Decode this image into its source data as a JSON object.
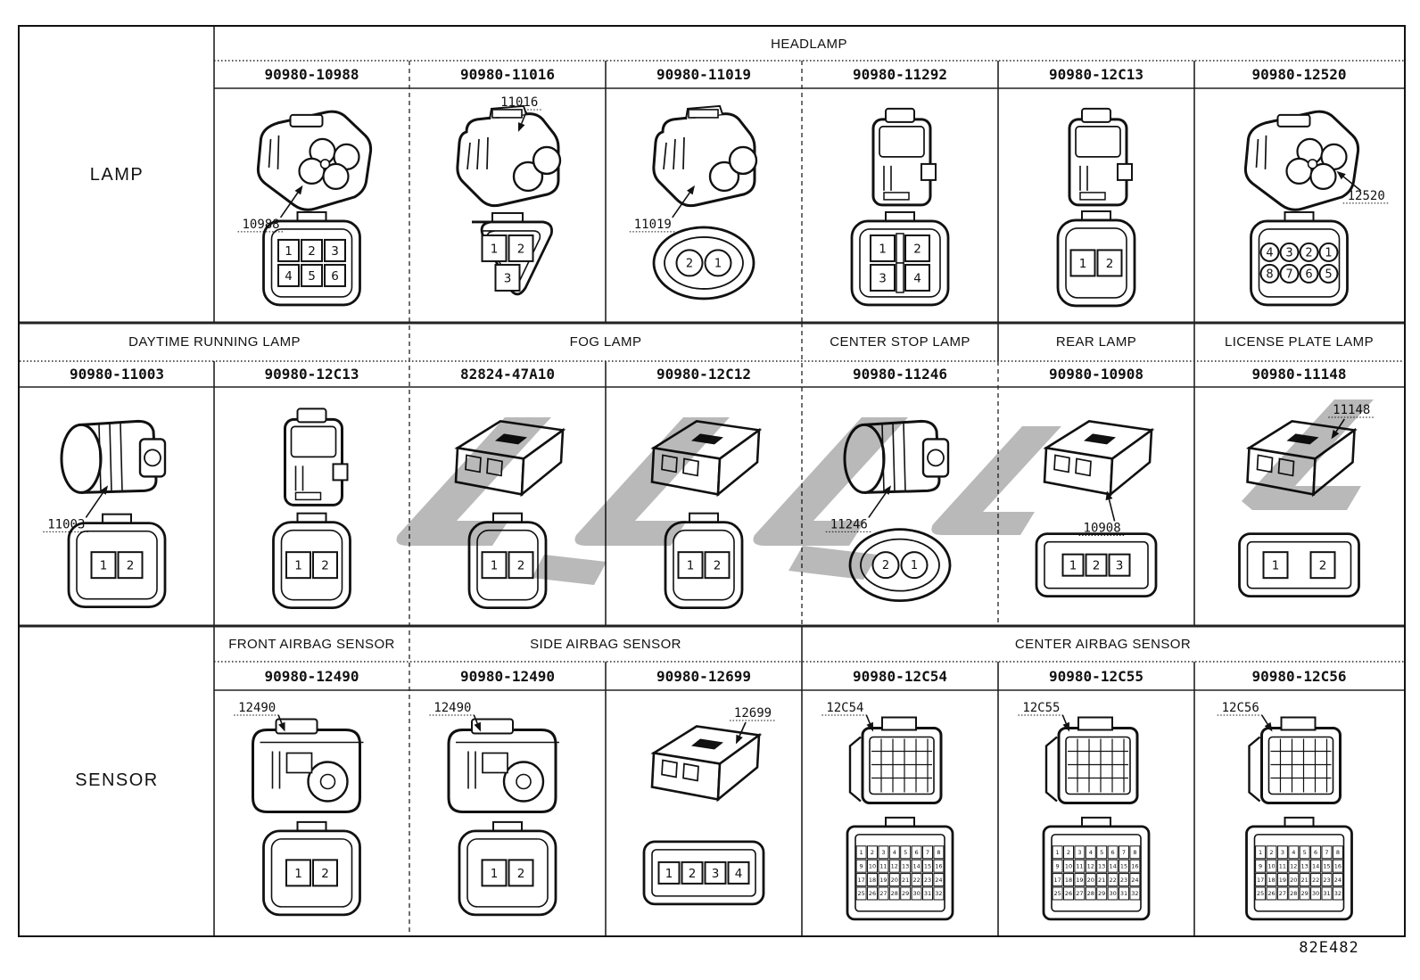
{
  "page": {
    "footer_code": "82E482"
  },
  "colors": {
    "line": "#111111",
    "background": "#ffffff",
    "watermark": "#b9b9b9"
  },
  "left_labels": {
    "lamp": "LAMP",
    "sensor": "SENSOR"
  },
  "sections": {
    "headlamp": "HEADLAMP",
    "daytime_running_lamp": "DAYTIME RUNNING LAMP",
    "fog_lamp": "FOG LAMP",
    "center_stop_lamp": "CENTER STOP LAMP",
    "rear_lamp": "REAR LAMP",
    "license_plate_lamp": "LICENSE PLATE LAMP",
    "front_airbag_sensor": "FRONT AIRBAG SENSOR",
    "side_airbag_sensor": "SIDE AIRBAG SENSOR",
    "center_airbag_sensor": "CENTER AIRBAG SENSOR"
  },
  "cells": {
    "r1c1": {
      "part_number": "90980-10988",
      "iso": "iso-blob",
      "callout": {
        "text": "10988",
        "side": "bl"
      },
      "face": {
        "shell": "squarish",
        "pin_shape": "box",
        "rows": [
          [
            "1",
            "2",
            "3"
          ],
          [
            "4",
            "5",
            "6"
          ]
        ]
      }
    },
    "r1c2": {
      "part_number": "90980-11016",
      "iso": "iso-box",
      "callout": {
        "text": "11016",
        "side": "t"
      },
      "face": {
        "shell": "tri",
        "pin_shape": "box",
        "rows": [
          [
            "1",
            "2"
          ],
          [
            "3"
          ]
        ]
      }
    },
    "r1c3": {
      "part_number": "90980-11019",
      "iso": "iso-box",
      "callout": {
        "text": "11019",
        "side": "bl"
      },
      "face": {
        "shell": "blob",
        "pin_shape": "circle",
        "rows": [
          [
            "2",
            "1"
          ]
        ]
      }
    },
    "r1c4": {
      "part_number": "90980-11292",
      "iso": "iso-tall",
      "face": {
        "shell": "squarish",
        "pin_shape": "box",
        "rows": [
          [
            "1",
            "2"
          ],
          [
            "3",
            "4"
          ]
        ],
        "divider": true
      }
    },
    "r1c5": {
      "part_number": "90980-12C13",
      "iso": "iso-tall",
      "face": {
        "shell": "tall",
        "pin_shape": "box",
        "rows": [
          [
            "1",
            "2"
          ]
        ]
      }
    },
    "r1c6": {
      "part_number": "90980-12520",
      "iso": "iso-blob",
      "callout": {
        "text": "12520",
        "side": "br"
      },
      "face": {
        "shell": "squarish",
        "pin_shape": "circle",
        "rows": [
          [
            "4",
            "3",
            "2",
            "1"
          ],
          [
            "8",
            "7",
            "6",
            "5"
          ]
        ]
      }
    },
    "r2c1": {
      "part_number": "90980-11003",
      "iso": "iso-cyl",
      "callout": {
        "text": "11003",
        "side": "bl"
      },
      "face": {
        "shell": "squarish",
        "pin_shape": "box",
        "rows": [
          [
            "1",
            "2"
          ]
        ]
      }
    },
    "r2c2": {
      "part_number": "90980-12C13",
      "iso": "iso-tall",
      "face": {
        "shell": "tall",
        "pin_shape": "box",
        "rows": [
          [
            "1",
            "2"
          ]
        ]
      }
    },
    "r2c3": {
      "part_number": "82824-47A10",
      "iso": "iso-block",
      "face": {
        "shell": "tall",
        "pin_shape": "box",
        "rows": [
          [
            "1",
            "2"
          ]
        ]
      }
    },
    "r2c4": {
      "part_number": "90980-12C12",
      "iso": "iso-block",
      "face": {
        "shell": "tall",
        "pin_shape": "box",
        "rows": [
          [
            "1",
            "2"
          ]
        ]
      }
    },
    "r2c5": {
      "part_number": "90980-11246",
      "iso": "iso-cyl",
      "callout": {
        "text": "11246",
        "side": "bl"
      },
      "face": {
        "shell": "blob",
        "pin_shape": "circle",
        "rows": [
          [
            "2",
            "1"
          ]
        ]
      }
    },
    "r2c6": {
      "part_number": "90980-10908",
      "iso": "iso-block",
      "callout": {
        "text": "10908",
        "side": "b"
      },
      "face": {
        "shell": "wide",
        "pin_shape": "box",
        "rows": [
          [
            "1",
            "2",
            "3"
          ]
        ]
      }
    },
    "r2c7": {
      "part_number": "90980-11148",
      "iso": "iso-block",
      "callout": {
        "text": "11148",
        "side": "tr"
      },
      "face": {
        "shell": "wide",
        "pin_shape": "box",
        "rows": [
          [
            "1",
            "2"
          ]
        ],
        "spread": true
      }
    },
    "r3c1": {
      "part_number": "90980-12490",
      "iso": "iso-bigblock",
      "callout": {
        "text": "12490",
        "side": "tl"
      },
      "face": {
        "shell": "squarish",
        "pin_shape": "box",
        "rows": [
          [
            "1",
            "2"
          ]
        ]
      }
    },
    "r3c2": {
      "part_number": "90980-12490",
      "iso": "iso-bigblock",
      "callout": {
        "text": "12490",
        "side": "tl"
      },
      "face": {
        "shell": "squarish",
        "pin_shape": "box",
        "rows": [
          [
            "1",
            "2"
          ]
        ]
      }
    },
    "r3c3": {
      "part_number": "90980-12699",
      "iso": "iso-block",
      "callout": {
        "text": "12699",
        "side": "tr"
      },
      "face": {
        "shell": "wide",
        "pin_shape": "box",
        "rows": [
          [
            "1",
            "2",
            "3",
            "4"
          ]
        ]
      }
    },
    "r3c4": {
      "part_number": "90980-12C54",
      "iso": "iso-grid",
      "callout": {
        "text": "12C54",
        "side": "tl"
      },
      "face": {
        "shell": "grid32"
      }
    },
    "r3c5": {
      "part_number": "90980-12C55",
      "iso": "iso-grid",
      "callout": {
        "text": "12C55",
        "side": "tl"
      },
      "face": {
        "shell": "grid32"
      }
    },
    "r3c6": {
      "part_number": "90980-12C56",
      "iso": "iso-grid",
      "callout": {
        "text": "12C56",
        "side": "tl"
      },
      "face": {
        "shell": "grid32"
      }
    }
  }
}
